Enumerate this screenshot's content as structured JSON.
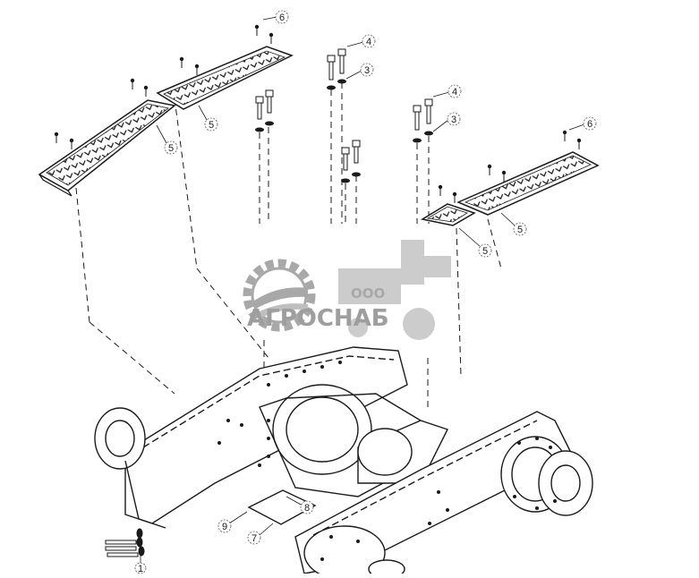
{
  "diagram": {
    "callouts": [
      {
        "id": "c6a",
        "label": "6"
      },
      {
        "id": "c4a",
        "label": "4"
      },
      {
        "id": "c3a",
        "label": "3"
      },
      {
        "id": "c4b",
        "label": "4"
      },
      {
        "id": "c3b",
        "label": "3"
      },
      {
        "id": "c6b",
        "label": "6"
      },
      {
        "id": "c5a",
        "label": "5"
      },
      {
        "id": "c5b",
        "label": "5"
      },
      {
        "id": "c5c",
        "label": "5"
      },
      {
        "id": "c5d",
        "label": "5"
      },
      {
        "id": "c1",
        "label": "1"
      },
      {
        "id": "c7",
        "label": "7"
      },
      {
        "id": "c8",
        "label": "8"
      },
      {
        "id": "c9",
        "label": "9"
      }
    ]
  },
  "watermark": {
    "company_prefix": "ООО",
    "company_name": "АГРОСНАБ"
  },
  "colors": {
    "line": "#1a1a1a",
    "watermark_gray": "#9a9a9a",
    "watermark_light": "#c4c4c4"
  }
}
